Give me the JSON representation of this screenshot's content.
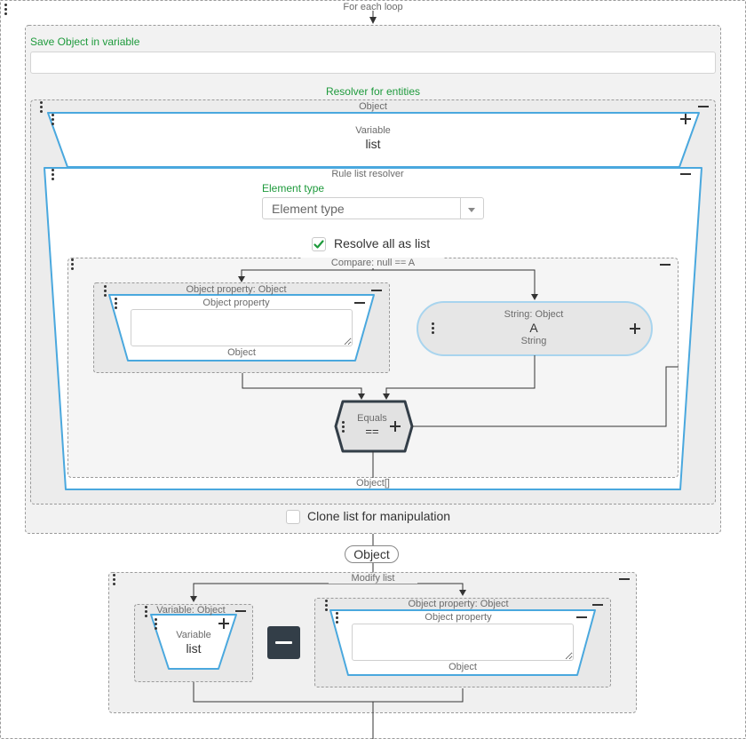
{
  "foreach": {
    "title": "For each loop"
  },
  "save_variable": {
    "label": "Save Object in variable",
    "value": ""
  },
  "resolver": {
    "label": "Resolver for entities",
    "object_title": "Object",
    "variable": {
      "type": "Variable",
      "name": "list"
    },
    "rule": {
      "title": "Rule list resolver",
      "element_type_label": "Element type",
      "element_type_placeholder": "Element type",
      "resolve_all_label": "Resolve all as list",
      "resolve_all_checked": true,
      "output": "Object[]"
    },
    "compare": {
      "title": "Compare: null == A",
      "object_property": {
        "title": "Object property: Object",
        "inner_title": "Object property",
        "value": "",
        "type": "Object"
      },
      "string": {
        "title": "String: Object",
        "value": "A",
        "type": "String"
      },
      "equals": {
        "title": "Equals",
        "op": "=="
      }
    }
  },
  "clone": {
    "label": "Clone list for manipulation",
    "checked": false
  },
  "object_pill": "Object",
  "modify": {
    "title": "Modify list",
    "variable": {
      "title": "Variable: Object",
      "type": "Variable",
      "name": "list"
    },
    "object_property": {
      "title": "Object property: Object",
      "inner_title": "Object property",
      "value": "",
      "type": "Object"
    }
  },
  "colors": {
    "accent_blue": "#4aa8de",
    "accent_green": "#1e9a3c",
    "dark_button": "#333e48"
  }
}
